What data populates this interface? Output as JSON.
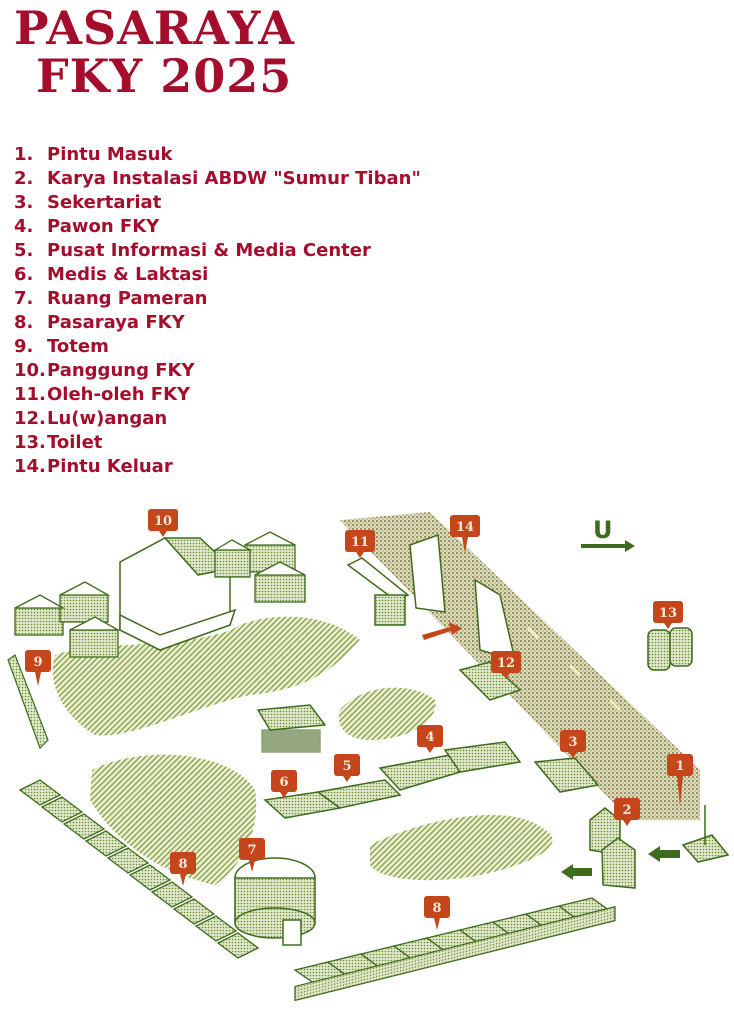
{
  "title": {
    "line1": "PASARAYA",
    "line2": "FKY 2025"
  },
  "legend": [
    {
      "num": "1.",
      "label": "Pintu Masuk"
    },
    {
      "num": "2.",
      "label": "Karya Instalasi ABDW \"Sumur Tiban\""
    },
    {
      "num": "3.",
      "label": "Sekertariat"
    },
    {
      "num": "4.",
      "label": "Pawon FKY"
    },
    {
      "num": "5.",
      "label": "Pusat Informasi & Media Center"
    },
    {
      "num": "6.",
      "label": "Medis & Laktasi"
    },
    {
      "num": "7.",
      "label": "Ruang Pameran"
    },
    {
      "num": "8.",
      "label": "Pasaraya FKY"
    },
    {
      "num": "9.",
      "label": "Totem"
    },
    {
      "num": "10.",
      "label": "Panggung FKY"
    },
    {
      "num": "11.",
      "label": "Oleh-oleh FKY"
    },
    {
      "num": "12.",
      "label": "Lu(w)angan"
    },
    {
      "num": "13.",
      "label": "Toilet"
    },
    {
      "num": "14.",
      "label": "Pintu Keluar"
    }
  ],
  "map": {
    "north_label": "U",
    "markers": [
      "1",
      "2",
      "3",
      "4",
      "5",
      "6",
      "7",
      "8",
      "8",
      "9",
      "10",
      "11",
      "12",
      "13",
      "14"
    ]
  },
  "colors": {
    "title": "#a50d2d",
    "marker": "#c4461a",
    "green": "#3e6b1c",
    "grass": "#8fa34a",
    "road": "#6b6a2a"
  }
}
